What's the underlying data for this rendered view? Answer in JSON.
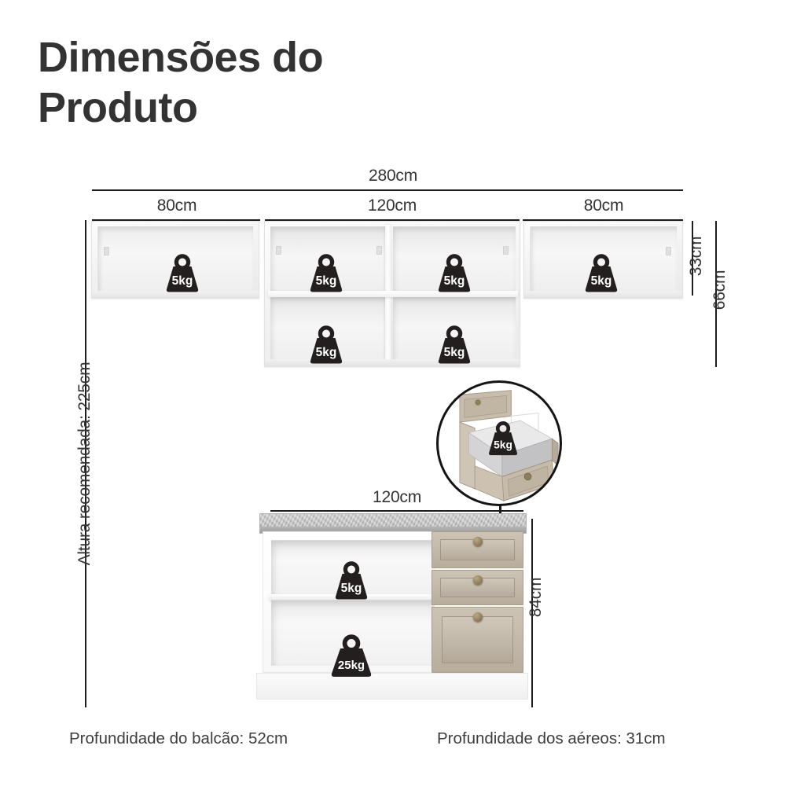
{
  "title": {
    "line1": "Dimensões do",
    "line2": "Produto"
  },
  "dimensions": {
    "total_width": "280cm",
    "segment_left": "80cm",
    "segment_center": "120cm",
    "segment_right": "80cm",
    "upper_cabinet_height_small": "33cm",
    "upper_cabinet_height_total": "66cm",
    "recommended_height": "Altura recomendada: 225cm",
    "counter_width": "120cm",
    "counter_height": "84cm"
  },
  "notes": {
    "counter_depth": "Profundidade do balcão: 52cm",
    "upper_depth": "Profundidade dos aéreos: 31cm"
  },
  "weights": {
    "upper_left": "5kg",
    "upper_center_top_left": "5kg",
    "upper_center_top_right": "5kg",
    "upper_center_bottom_left": "5kg",
    "upper_center_bottom_right": "5kg",
    "upper_right": "5kg",
    "drawer_callout": "5kg",
    "counter_shelf_top": "5kg",
    "counter_shelf_bottom": "25kg"
  },
  "colors": {
    "ink": "#333333",
    "rule": "#1d1d1d",
    "badge": "#231f1f",
    "cabinet_white": "#f4f4f4",
    "counter_stone": "#bdbdbd",
    "drawer_beige": "#c3b8a8",
    "knob_bronze": "#93835f"
  }
}
